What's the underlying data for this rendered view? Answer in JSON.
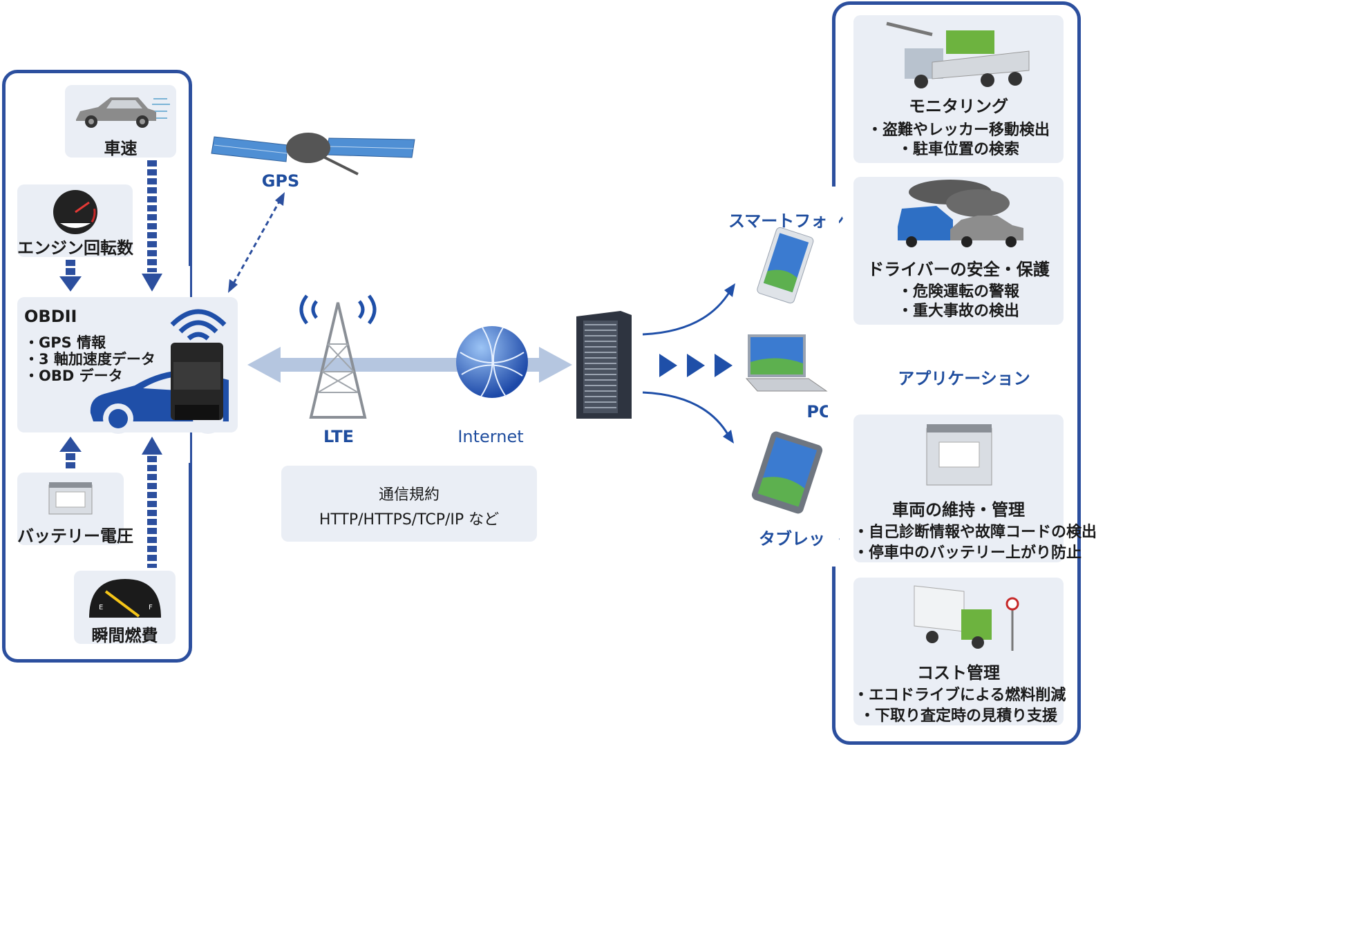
{
  "sensors": {
    "speed": "車速",
    "rpm": "エンジン回転数",
    "battery": "バッテリー電圧",
    "fuel": "瞬間燃費"
  },
  "obd": {
    "title": "OBDII",
    "items": [
      "・GPS 情報",
      "・3 軸加速度データ",
      "・OBD データ"
    ]
  },
  "network": {
    "gps": "GPS",
    "lte": "LTE",
    "internet": "Internet",
    "protocol_title": "通信規約",
    "protocol_value": "HTTP/HTTPS/TCP/IP など"
  },
  "devices": {
    "smartphone": "スマートフォン",
    "pc": "PC",
    "tablet": "タブレット"
  },
  "applications": {
    "label": "アプリケーション",
    "monitoring": {
      "title": "モニタリング",
      "items": [
        "・盗難やレッカー移動検出",
        "・駐車位置の検索"
      ]
    },
    "safety": {
      "title": "ドライバーの安全・保護",
      "items": [
        "・危険運転の警報",
        "・重大事故の検出"
      ]
    },
    "maintenance": {
      "title": "車両の維持・管理",
      "items": [
        "・自己診断情報や故障コードの検出",
        "・停車中のバッテリー上がり防止"
      ]
    },
    "cost": {
      "title": "コスト管理",
      "items": [
        "・エコドライブによる燃料削減",
        "・下取り査定時の見積り支援"
      ]
    }
  },
  "colors": {
    "accent": "#1f4d9e",
    "frame": "#2c4f9e",
    "card": "#eaeef5"
  }
}
